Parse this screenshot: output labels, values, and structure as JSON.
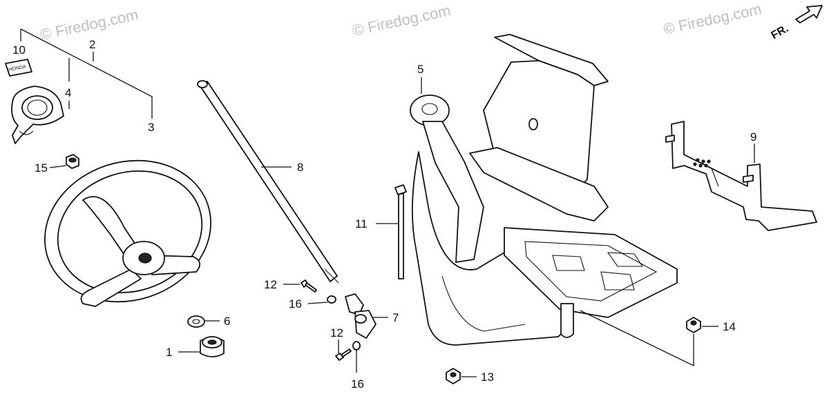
{
  "watermarks": [
    "© Firedog.com",
    "© Firedog.com",
    "© Firedog.com"
  ],
  "direction_label": "FR.",
  "emblem_text": "HONDA",
  "callouts": {
    "p1": "1",
    "p2": "2",
    "p3": "3",
    "p4": "4",
    "p5": "5",
    "p6": "6",
    "p7": "7",
    "p8": "8",
    "p9": "9",
    "p10": "10",
    "p11": "11",
    "p12a": "12",
    "p12b": "12",
    "p13": "13",
    "p14": "14",
    "p15": "15",
    "p16a": "16",
    "p16b": "16"
  }
}
